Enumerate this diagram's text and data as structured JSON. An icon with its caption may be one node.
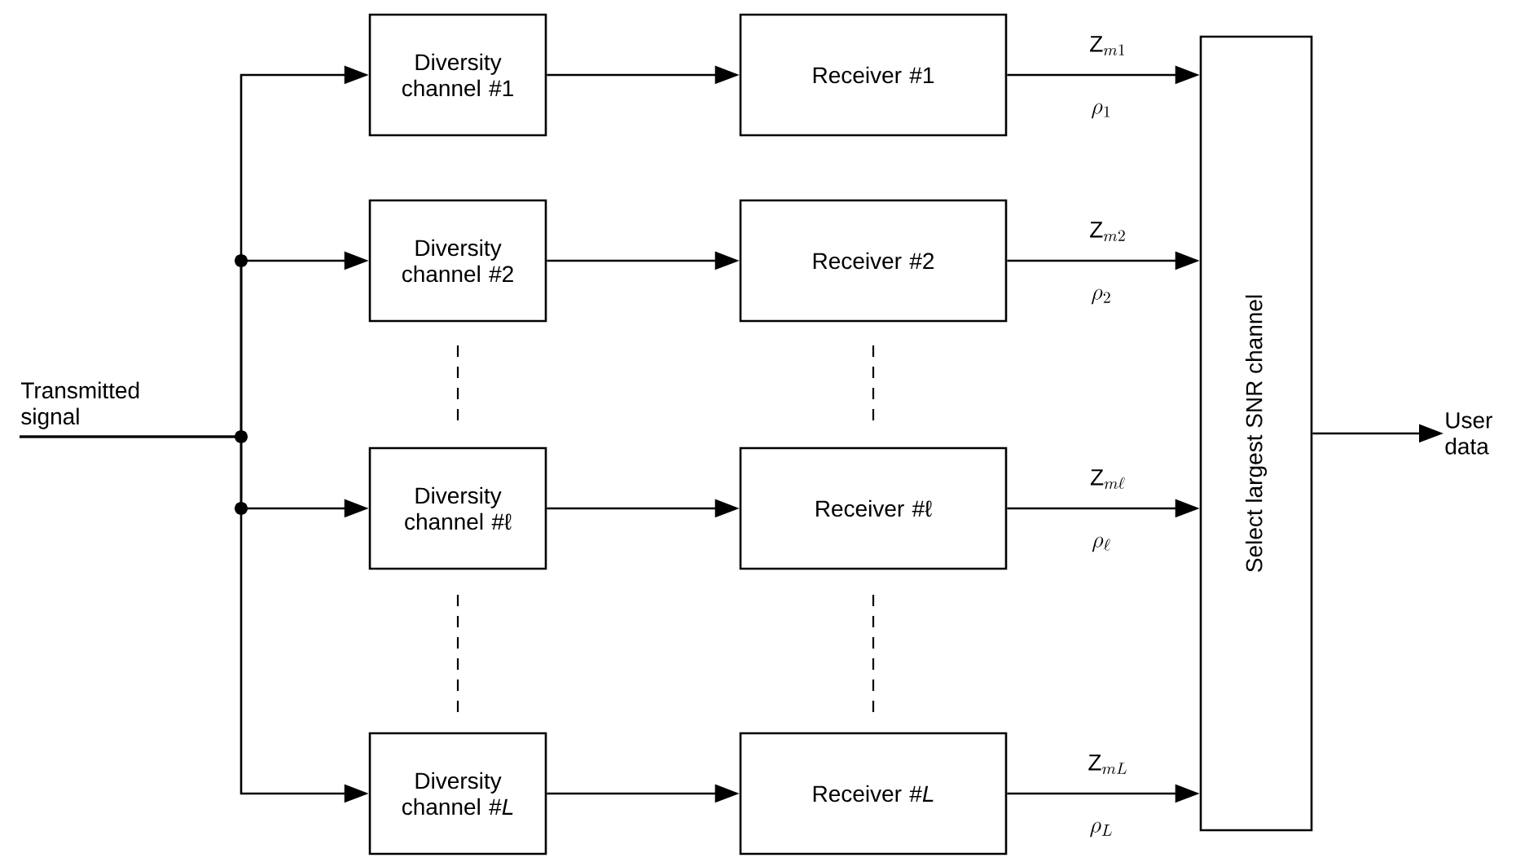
{
  "diagram": {
    "nodes": [
      {
        "text": [
          "Transmitted signal"
        ]
      },
      {
        "text": [
          "Diversity channel #1"
        ]
      },
      {
        "text": [
          "Diversity channel #2"
        ]
      },
      {
        "text": [
          "Diversity channel #ℓ"
        ]
      },
      {
        "text": [
          "Diversity channel #*L*"
        ]
      },
      {
        "text": [
          "Receiver #1"
        ]
      },
      {
        "text": [
          "Receiver #2"
        ]
      },
      {
        "text": [
          "Receiver #ℓ"
        ]
      },
      {
        "text": [
          "Receiver #*L*"
        ]
      },
      {
        "text": [
          "Select largest SNR channel"
        ]
      },
      {
        "text": [
          "User data"
        ]
      }
    ],
    "edges": [
      {
        "from": 0,
        "to": 1,
        "arrow": "to"
      },
      {
        "from": 0,
        "to": 2,
        "arrow": "to"
      },
      {
        "from": 0,
        "to": 3,
        "arrow": "to"
      },
      {
        "from": 0,
        "to": 4,
        "arrow": "to"
      },
      {
        "from": 1,
        "to": 5,
        "arrow": "to"
      },
      {
        "from": 2,
        "to": 6,
        "arrow": "to"
      },
      {
        "from": 3,
        "to": 7,
        "arrow": "to"
      },
      {
        "from": 4,
        "to": 8,
        "arrow": "to"
      },
      {
        "from": 5,
        "to": 9,
        "arrow": "to",
        "label": "\\mathrm{Z}_{m1}"
      },
      {
        "from": 6,
        "to": 9,
        "arrow": "to",
        "label": "\\mathrm{Z}_{m2}"
      },
      {
        "from": 7,
        "to": 9,
        "arrow": "to",
        "label": "\\mathrm{Z}_{m\\ell}"
      },
      {
        "from": 8,
        "to": 9,
        "arrow": "to",
        "label": "\\mathrm{Z}_{mL}"
      },
      {
        "from": 9,
        "to": 10,
        "arrow": "to"
      }
    ],
    "labels": [
      "\\rho_{1}",
      "\\rho_{2}",
      "\\rho_{\\ell}",
      "\\rho_{L}"
    ]
  }
}
